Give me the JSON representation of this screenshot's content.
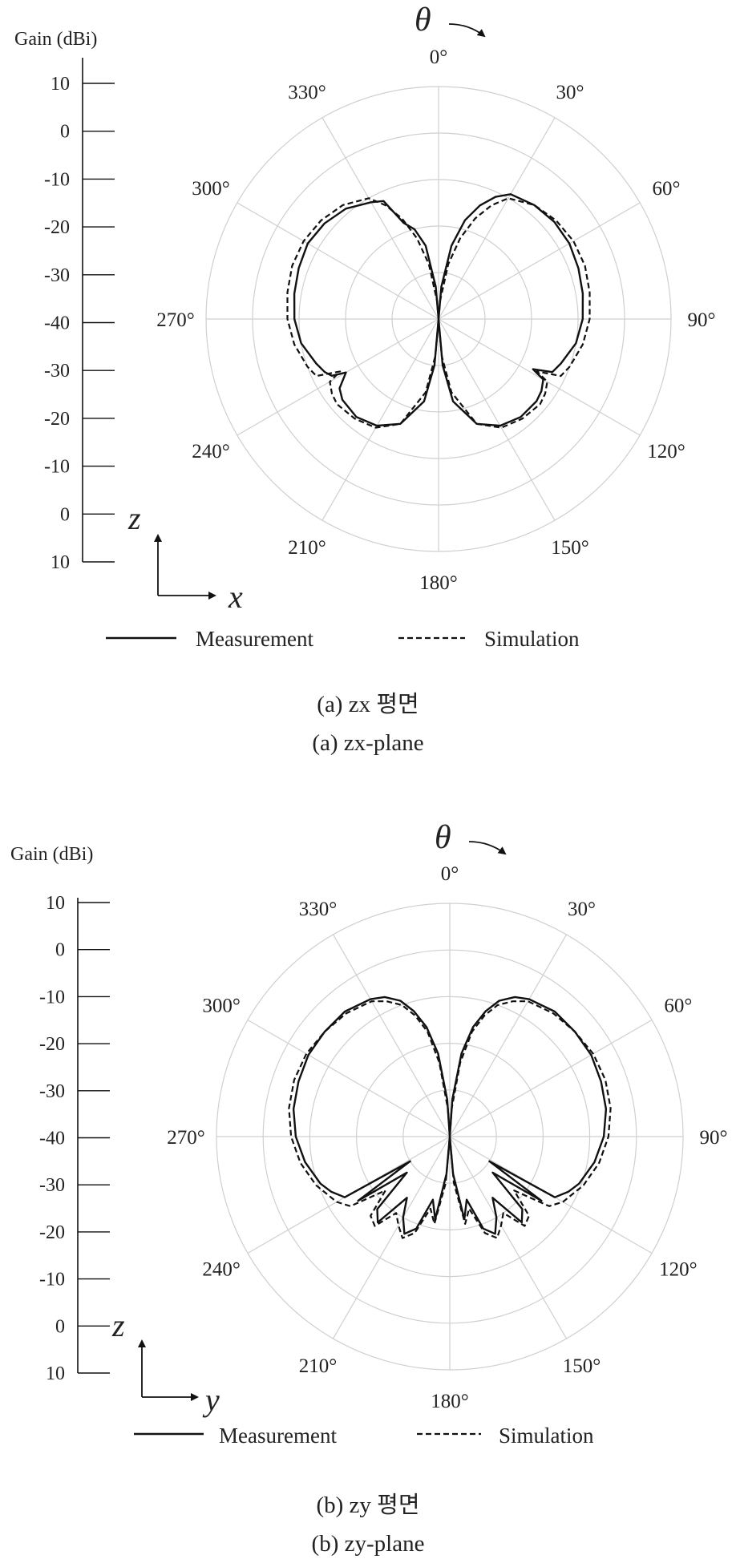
{
  "chart_data": [
    {
      "type": "polar-line",
      "caption_kr": "(a) zx 평면",
      "caption_en": "(a) zx-plane",
      "ylabel": "Gain (dBi)",
      "gain_ticks": [
        "10",
        "0",
        "-10",
        "-20",
        "-30",
        "-40",
        "-30",
        "-20",
        "-10",
        "0",
        "10"
      ],
      "theta_symbol": "θ",
      "angle_labels": [
        "0°",
        "30°",
        "60°",
        "90°",
        "120°",
        "150°",
        "180°",
        "210°",
        "240°",
        "270°",
        "300°",
        "330°"
      ],
      "coord_axes": {
        "vertical": "z",
        "horizontal": "x"
      },
      "rlim": [
        -40,
        10
      ],
      "series": [
        {
          "name": "Measurement",
          "style": "solid",
          "theta_deg": [
            0,
            5,
            10,
            15,
            20,
            25,
            30,
            40,
            50,
            60,
            70,
            80,
            90,
            100,
            110,
            115,
            118,
            120,
            125,
            130,
            140,
            150,
            160,
            170,
            175,
            180,
            185,
            190,
            200,
            210,
            220,
            230,
            235,
            240,
            242,
            245,
            250,
            260,
            270,
            280,
            290,
            300,
            310,
            320,
            330,
            335,
            340,
            345,
            350,
            355,
            360
          ],
          "gain_dbi": [
            -40,
            -33,
            -24,
            -18,
            -14,
            -11,
            -9,
            -8,
            -7.5,
            -7.5,
            -8,
            -8.5,
            -9,
            -10,
            -12,
            -13,
            -17,
            -14,
            -13,
            -12.5,
            -12.5,
            -13.5,
            -16,
            -22,
            -30,
            -40,
            -30,
            -22,
            -16,
            -13.5,
            -12.5,
            -13,
            -14,
            -17,
            -14,
            -13,
            -12,
            -10,
            -9,
            -8.5,
            -8,
            -7.5,
            -8,
            -9,
            -11,
            -12,
            -18,
            -20,
            -24,
            -33,
            -40
          ]
        },
        {
          "name": "Simulation",
          "style": "dashed",
          "theta_deg": [
            0,
            5,
            10,
            15,
            20,
            25,
            30,
            40,
            50,
            60,
            70,
            80,
            90,
            100,
            110,
            115,
            118,
            120,
            125,
            130,
            140,
            150,
            160,
            170,
            175,
            180,
            185,
            190,
            200,
            210,
            220,
            230,
            235,
            240,
            242,
            245,
            250,
            260,
            270,
            280,
            290,
            300,
            310,
            320,
            330,
            335,
            340,
            345,
            350,
            355,
            360
          ],
          "gain_dbi": [
            -40,
            -36,
            -28,
            -22,
            -17,
            -13,
            -10,
            -8,
            -7,
            -6.5,
            -6.5,
            -7,
            -7.5,
            -8.5,
            -10,
            -11,
            -16,
            -13,
            -12,
            -11.5,
            -12,
            -13,
            -16,
            -24,
            -32,
            -40,
            -32,
            -24,
            -16,
            -13,
            -12,
            -11.5,
            -12,
            -13,
            -16,
            -11,
            -10,
            -8.5,
            -7.5,
            -7,
            -6.5,
            -6.5,
            -7,
            -8,
            -10,
            -13,
            -17,
            -22,
            -28,
            -36,
            -40
          ]
        }
      ]
    },
    {
      "type": "polar-line",
      "caption_kr": "(b) zy 평면",
      "caption_en": "(b) zy-plane",
      "ylabel": "Gain (dBi)",
      "gain_ticks": [
        "10",
        "0",
        "-10",
        "-20",
        "-30",
        "-40",
        "-30",
        "-20",
        "-10",
        "0",
        "10"
      ],
      "theta_symbol": "θ",
      "angle_labels": [
        "0°",
        "30°",
        "60°",
        "90°",
        "120°",
        "150°",
        "180°",
        "210°",
        "240°",
        "270°",
        "300°",
        "330°"
      ],
      "coord_axes": {
        "vertical": "z",
        "horizontal": "y"
      },
      "rlim": [
        -40,
        10
      ],
      "series": [
        {
          "name": "Measurement",
          "style": "solid",
          "theta_deg": [
            0,
            4,
            8,
            12,
            16,
            20,
            25,
            30,
            40,
            50,
            60,
            70,
            80,
            90,
            100,
            110,
            115,
            120,
            122,
            125,
            130,
            135,
            140,
            145,
            150,
            155,
            160,
            165,
            170,
            175,
            180,
            185,
            190,
            195,
            200,
            205,
            210,
            215,
            220,
            225,
            230,
            235,
            238,
            240,
            245,
            250,
            260,
            270,
            280,
            290,
            300,
            310,
            320,
            330,
            335,
            340,
            344,
            348,
            352,
            356,
            360
          ],
          "gain_dbi": [
            -40,
            -32,
            -22,
            -16,
            -12,
            -9,
            -7,
            -6,
            -5,
            -5,
            -5,
            -5.5,
            -6,
            -7,
            -8.5,
            -10.5,
            -12,
            -14,
            -30,
            -16,
            -28,
            -18,
            -16,
            -24,
            -20,
            -17,
            -19,
            -26,
            -22,
            -32,
            -40,
            -32,
            -22,
            -26,
            -19,
            -17,
            -20,
            -24,
            -16,
            -18,
            -28,
            -16,
            -30,
            -14,
            -12,
            -10.5,
            -8.5,
            -7,
            -6,
            -5.5,
            -5,
            -5,
            -5,
            -6,
            -7,
            -9,
            -12,
            -16,
            -22,
            -32,
            -40
          ]
        },
        {
          "name": "Simulation",
          "style": "dashed",
          "theta_deg": [
            0,
            4,
            8,
            12,
            16,
            20,
            25,
            30,
            40,
            50,
            60,
            70,
            80,
            90,
            100,
            110,
            120,
            125,
            130,
            135,
            140,
            145,
            150,
            155,
            160,
            165,
            170,
            175,
            180,
            185,
            190,
            195,
            200,
            205,
            210,
            215,
            220,
            225,
            230,
            235,
            240,
            250,
            260,
            270,
            280,
            290,
            300,
            310,
            320,
            330,
            335,
            340,
            344,
            348,
            352,
            356,
            360
          ],
          "gain_dbi": [
            -40,
            -34,
            -24,
            -17,
            -13,
            -10,
            -8,
            -6.5,
            -5.5,
            -5,
            -4.5,
            -4.5,
            -5,
            -6,
            -7.5,
            -9.5,
            -12,
            -14,
            -22,
            -16,
            -15,
            -20,
            -18,
            -16,
            -18,
            -24,
            -21,
            -30,
            -40,
            -30,
            -21,
            -24,
            -18,
            -16,
            -18,
            -20,
            -15,
            -16,
            -22,
            -14,
            -12,
            -9.5,
            -7.5,
            -6,
            -5,
            -4.5,
            -4.5,
            -5,
            -5.5,
            -6.5,
            -8,
            -10,
            -13,
            -17,
            -24,
            -34,
            -40
          ]
        }
      ]
    }
  ]
}
